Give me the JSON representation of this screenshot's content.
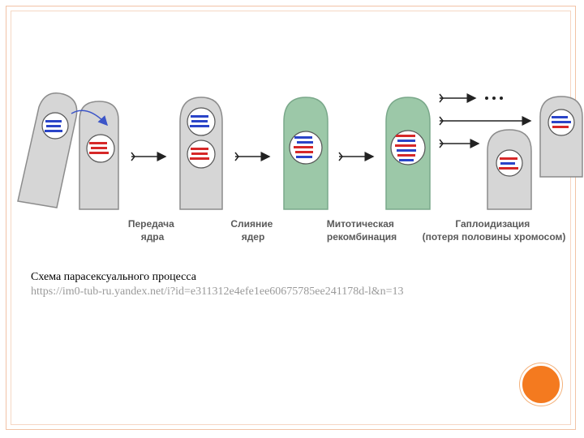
{
  "diagram": {
    "stage_labels": [
      [
        "Передача",
        "ядра"
      ],
      [
        "Слияние",
        "ядер"
      ],
      [
        "Митотическая",
        "рекомбинация"
      ],
      [
        "Гаплоидизация",
        "(потеря половины хромосом)"
      ]
    ],
    "colors": {
      "cell_gray": "#d6d6d6",
      "cell_green": "#9cc8a8",
      "cell_border": "#8c8c8c",
      "chrom_blue": "#2a44c8",
      "chrom_red": "#d62828",
      "arrow": "#222222",
      "arrow_blue": "#3c55c8"
    },
    "icons": [
      "curved-arrow-icon",
      "right-arrow-icon",
      "ellipsis-icon"
    ]
  },
  "caption": {
    "title": "Схема парасексуального процесса",
    "url": "https://im0-tub-ru.yandex.net/i?id=e311312e4efe1ee60675785ee241178d-l&n=13"
  }
}
